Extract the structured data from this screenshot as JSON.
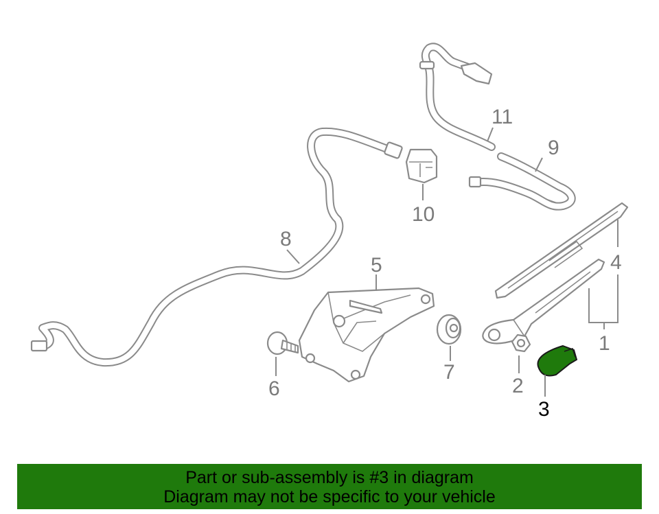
{
  "callouts": [
    {
      "id": "1",
      "label": "1",
      "highlighted": false
    },
    {
      "id": "2",
      "label": "2",
      "highlighted": false
    },
    {
      "id": "3",
      "label": "3",
      "highlighted": true
    },
    {
      "id": "4",
      "label": "4",
      "highlighted": false
    },
    {
      "id": "5",
      "label": "5",
      "highlighted": false
    },
    {
      "id": "6",
      "label": "6",
      "highlighted": false
    },
    {
      "id": "7",
      "label": "7",
      "highlighted": false
    },
    {
      "id": "8",
      "label": "8",
      "highlighted": false
    },
    {
      "id": "9",
      "label": "9",
      "highlighted": false
    },
    {
      "id": "10",
      "label": "10",
      "highlighted": false
    },
    {
      "id": "11",
      "label": "11",
      "highlighted": false
    }
  ],
  "banner": {
    "line1": "Part or sub-assembly is #3 in diagram",
    "line2": "Diagram may not be specific to your vehicle"
  },
  "colors": {
    "banner_bg": "#1f7a0c",
    "highlight_part": "#1f7a0c",
    "outline": "#8a8a8a",
    "callout_text": "#7a7a7a"
  }
}
